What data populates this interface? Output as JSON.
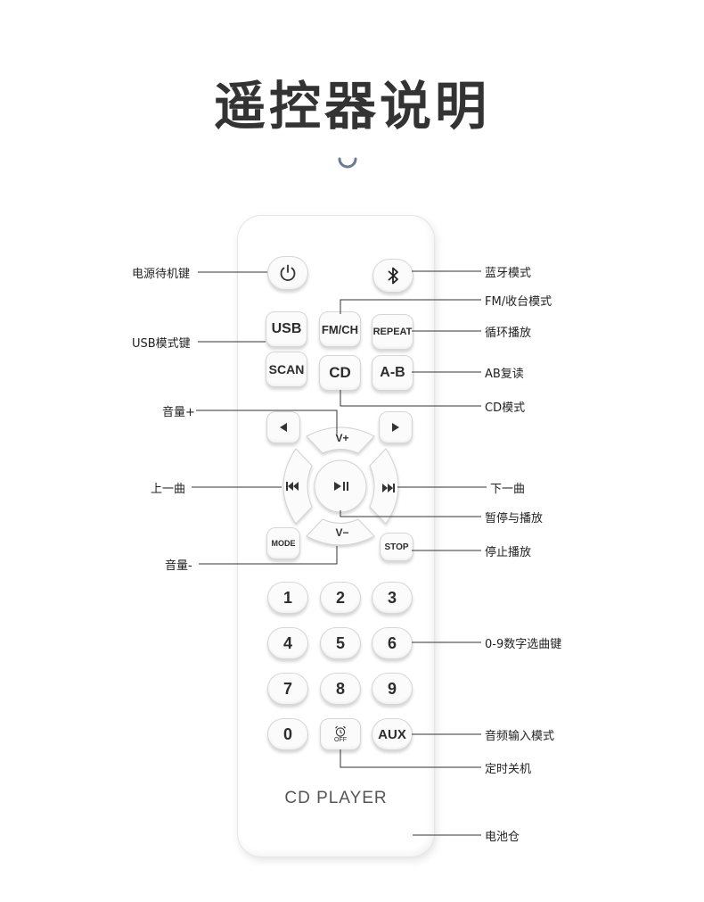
{
  "title": "遥控器说明",
  "remote": {
    "usb": "USB",
    "scan": "SCAN",
    "fmch": "FM/CH",
    "cd": "CD",
    "repeat": "REPEAT",
    "ab": "A-B",
    "vplus": "V+",
    "vminus": "V−",
    "mode": "MODE",
    "stop": "STOP",
    "numbers": [
      "1",
      "2",
      "3",
      "4",
      "5",
      "6",
      "7",
      "8",
      "9",
      "0"
    ],
    "off": "OFF",
    "aux": "AUX",
    "brand": "CD PLAYER"
  },
  "labels": {
    "power": "电源待机键",
    "bluetooth": "蓝牙模式",
    "fm": "FM/收台模式",
    "repeat": "循环播放",
    "usb": "USB模式键",
    "ab": "AB复读",
    "cd": "CD模式",
    "vol_up": "音量+",
    "prev": "上一曲",
    "next": "下一曲",
    "play_pause": "暂停与播放",
    "vol_down": "音量-",
    "stop": "停止播放",
    "digits": "0-9数字选曲键",
    "aux": "音频输入模式",
    "timer": "定时关机",
    "battery": "电池仓"
  }
}
